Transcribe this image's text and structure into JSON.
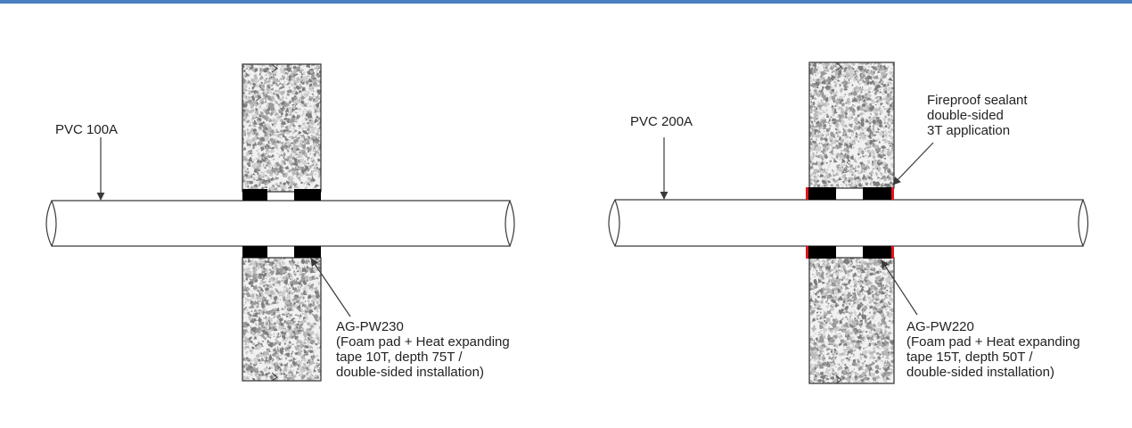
{
  "colors": {
    "top_rule": "#4a7fbf",
    "line": "#3a3a3a",
    "pipe_fill": "#ffffff",
    "foam_pad": "#000000",
    "sealant": "#e0141c",
    "concrete_base": "#f1f1f1",
    "concrete_speckle": [
      "#9a9a9a",
      "#b9b9b9",
      "#7d7d7d",
      "#cfcfcf"
    ]
  },
  "left": {
    "pipe_label": "PVC 100A",
    "product_label": {
      "name": "AG-PW230",
      "detail_line_1": "(Foam pad + Heat expanding",
      "detail_line_2": "tape 10T, depth 75T /",
      "detail_line_3": "double-sided installation)"
    }
  },
  "right": {
    "pipe_label": "PVC 200A",
    "sealant_label": {
      "line_1": "Fireproof sealant",
      "line_2": "double-sided",
      "line_3": "3T application"
    },
    "product_label": {
      "name": "AG-PW220",
      "detail_line_1": "(Foam pad + Heat expanding",
      "detail_line_2": "tape 15T, depth 50T /",
      "detail_line_3": "double-sided installation)"
    }
  }
}
